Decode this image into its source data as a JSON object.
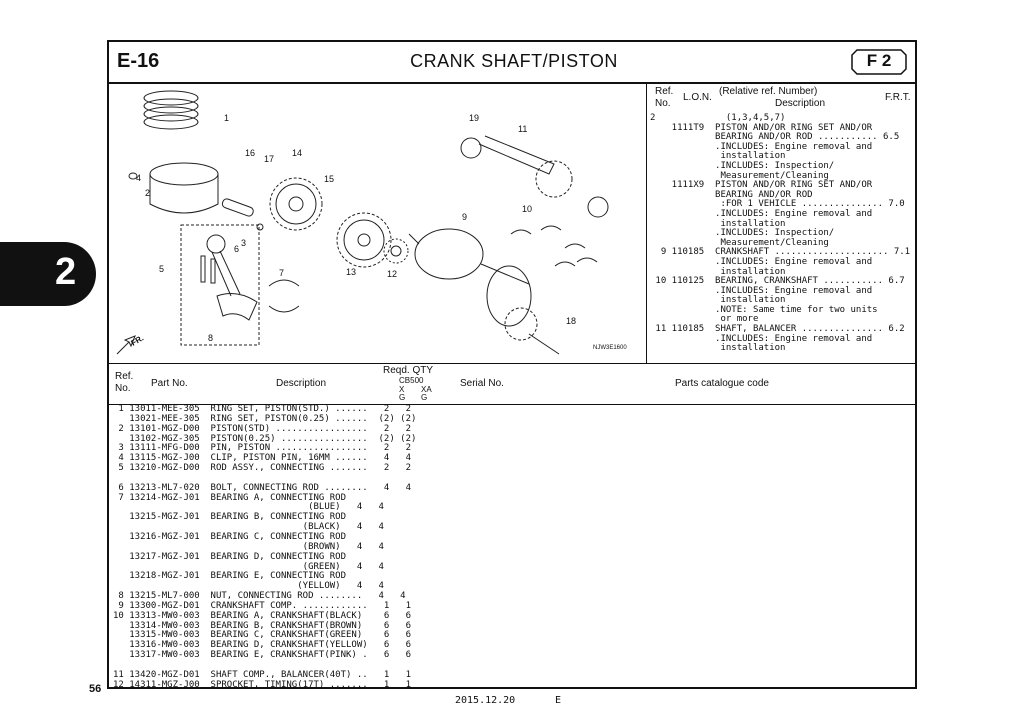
{
  "header": {
    "section_id": "E-16",
    "title": "CRANK SHAFT/PISTON",
    "frt_code": "F 2"
  },
  "side_tab": "2",
  "page_number": "56",
  "footer": {
    "date": "2015.12.20",
    "code": "E"
  },
  "diagram": {
    "callouts": [
      "1",
      "2",
      "3",
      "4",
      "5",
      "6",
      "7",
      "8",
      "9",
      "10",
      "11",
      "12",
      "13",
      "14",
      "15",
      "16",
      "17",
      "18",
      "19"
    ],
    "code": "NJW3E1600",
    "direction": "FR."
  },
  "frt_table": {
    "head_ref": "Ref.",
    "head_no": "No.",
    "head_lon": "L.O.N.",
    "head_rel": "(Relative ref. Number)",
    "head_desc": "Description",
    "head_frt": "F.R.T.",
    "lines": [
      "2             (1,3,4,5,7)",
      "    1111T9  PISTON AND/OR RING SET AND/OR",
      "            BEARING AND/OR ROD ........... 6.5",
      "            .INCLUDES: Engine removal and",
      "             installation",
      "            .INCLUDES: Inspection/",
      "             Measurement/Cleaning",
      "    1111X9  PISTON AND/OR RING SET AND/OR",
      "            BEARING AND/OR ROD",
      "             :FOR 1 VEHICLE ............... 7.0",
      "            .INCLUDES: Engine removal and",
      "             installation",
      "            .INCLUDES: Inspection/",
      "             Measurement/Cleaning",
      "  9 110185  CRANKSHAFT ..................... 7.1",
      "            .INCLUDES: Engine removal and",
      "             installation",
      " 10 110125  BEARING, CRANKSHAFT ........... 6.7",
      "            .INCLUDES: Engine removal and",
      "             installation",
      "            .NOTE: Same time for two units",
      "             or more",
      " 11 110185  SHAFT, BALANCER ............... 6.2",
      "            .INCLUDES: Engine removal and",
      "             installation"
    ]
  },
  "parts_table": {
    "head_ref": "Ref.",
    "head_no": "No.",
    "head_part": "Part No.",
    "head_desc": "Description",
    "head_qty": "Reqd. QTY",
    "head_model": "CB500",
    "head_x": "X",
    "head_xa": "XA",
    "head_g1": "G",
    "head_g2": "G",
    "head_serial": "Serial No.",
    "head_catalogue": "Parts catalogue code",
    "lines": [
      " 1 13011-MEE-305  RING SET, PISTON(STD.) ......   2   2",
      "   13021-MEE-305  RING SET, PISTON(0.25) ......  (2) (2)",
      " 2 13101-MGZ-D00  PISTON(STD) .................   2   2",
      "   13102-MGZ-305  PISTON(0.25) ................  (2) (2)",
      " 3 13111-MFG-D00  PIN, PISTON .................   2   2",
      " 4 13115-MGZ-J00  CLIP, PISTON PIN, 16MM ......   4   4",
      " 5 13210-MGZ-D00  ROD ASSY., CONNECTING .......   2   2",
      "",
      " 6 13213-ML7-020  BOLT, CONNECTING ROD ........   4   4",
      " 7 13214-MGZ-J01  BEARING A, CONNECTING ROD",
      "                                    (BLUE)   4   4",
      "   13215-MGZ-J01  BEARING B, CONNECTING ROD",
      "                                   (BLACK)   4   4",
      "   13216-MGZ-J01  BEARING C, CONNECTING ROD",
      "                                   (BROWN)   4   4",
      "   13217-MGZ-J01  BEARING D, CONNECTING ROD",
      "                                   (GREEN)   4   4",
      "   13218-MGZ-J01  BEARING E, CONNECTING ROD",
      "                                  (YELLOW)   4   4",
      " 8 13215-ML7-000  NUT, CONNECTING ROD ........   4   4",
      " 9 13300-MGZ-D01  CRANKSHAFT COMP. ............   1   1",
      "10 13313-MW0-003  BEARING A, CRANKSHAFT(BLACK)    6   6",
      "   13314-MW0-003  BEARING B, CRANKSHAFT(BROWN)    6   6",
      "   13315-MW0-003  BEARING C, CRANKSHAFT(GREEN)    6   6",
      "   13316-MW0-003  BEARING D, CRANKSHAFT(YELLOW)   6   6",
      "   13317-MW0-003  BEARING E, CRANKSHAFT(PINK) .   6   6",
      "",
      "11 13420-MGZ-D01  SHAFT COMP., BALANCER(40T) ..   1   1",
      "12 14311-MGZ-J00  SPROCKET, TIMING(17T) .......   1   1"
    ]
  }
}
